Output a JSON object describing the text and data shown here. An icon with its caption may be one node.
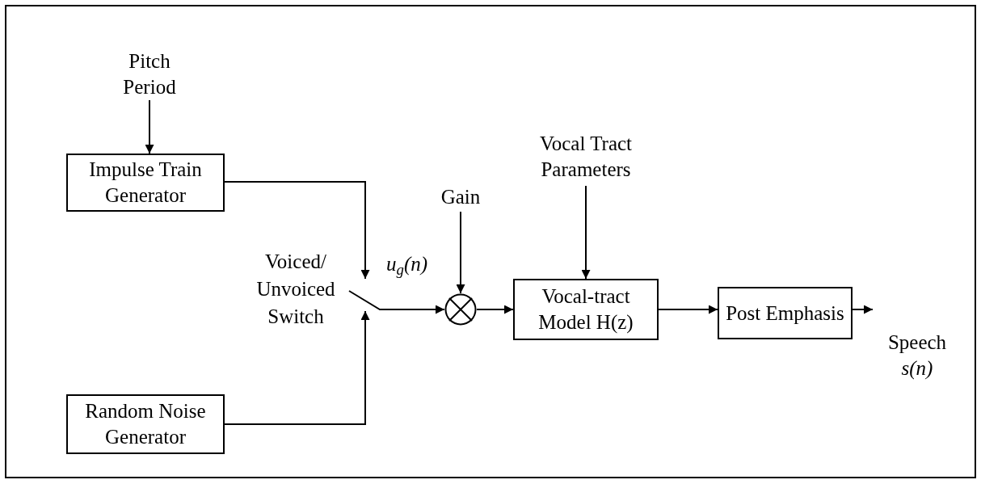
{
  "diagram": {
    "nodes": [
      {
        "text": [
          "Pitch Period"
        ]
      },
      {
        "text": [
          "Impulse Train Generator"
        ]
      },
      {
        "text": [
          "Random Noise Generator"
        ]
      },
      {
        "text": [],
        "shape": "switch",
        "beside": [
          "Voiced/ Unvoiced Switch"
        ]
      },
      {
        "text": [
          "Gain"
        ]
      },
      {
        "text": [],
        "shape": "circle"
      },
      {
        "text": [
          "Vocal Tract Parameters"
        ]
      },
      {
        "text": [
          "Vocal-tract Model H(z)"
        ]
      },
      {
        "text": [
          "Post Emphasis"
        ]
      },
      {
        "text": [
          "Speech",
          "s(n)"
        ]
      }
    ],
    "edges": [
      {
        "from": 0,
        "to": 1,
        "arrow": "to"
      },
      {
        "from": 1,
        "to": 3,
        "arrow": "to"
      },
      {
        "from": 2,
        "to": 3,
        "arrow": "to"
      },
      {
        "from": 3,
        "to": 5,
        "arrow": "to",
        "label": "u$_{g}$(n)"
      },
      {
        "from": 4,
        "to": 5,
        "arrow": "to"
      },
      {
        "from": 5,
        "to": 7,
        "arrow": "to"
      },
      {
        "from": 6,
        "to": 7,
        "arrow": "to"
      },
      {
        "from": 7,
        "to": 8,
        "arrow": "to"
      },
      {
        "from": 8,
        "to": 9,
        "arrow": "to"
      }
    ],
    "labels": []
  }
}
